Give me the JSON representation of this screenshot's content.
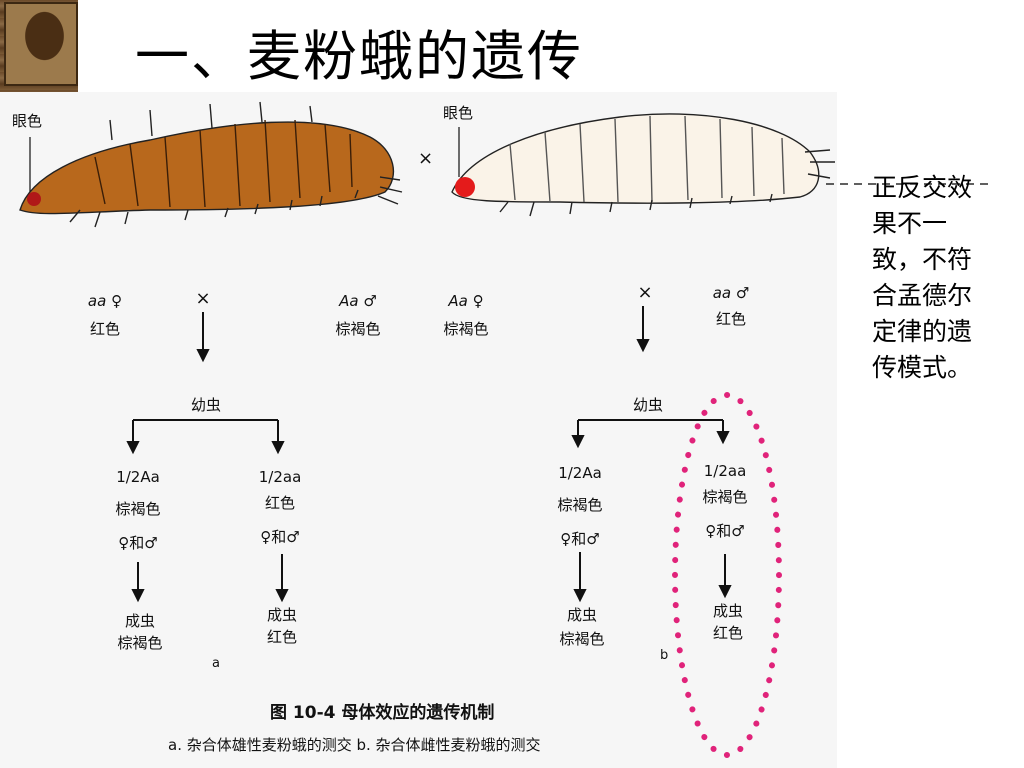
{
  "slide": {
    "title": "一、麦粉蛾的遗传",
    "side_note": "正反交效果不一致，不符合孟德尔定律的遗传模式。"
  },
  "figure": {
    "left_larva_label": "眼色",
    "right_larva_label": "眼色",
    "cross_symbol": "×",
    "cross_a": {
      "female_genotype": "aa ♀",
      "female_phenotype": "红色",
      "male_genotype": "Aa ♂",
      "male_phenotype": "棕褐色",
      "cross_symbol": "×",
      "offspring_label": "幼虫",
      "left_branch": {
        "ratio": "1/2Aa",
        "phenotype": "棕褐色",
        "sex": "♀和♂",
        "adult": "成虫",
        "adult_phenotype": "棕褐色"
      },
      "right_branch": {
        "ratio": "1/2aa",
        "phenotype": "红色",
        "sex": "♀和♂",
        "adult": "成虫",
        "adult_phenotype": "红色"
      },
      "panel_label": "a"
    },
    "cross_b": {
      "female_genotype": "Aa ♀",
      "female_phenotype": "棕褐色",
      "male_genotype": "aa ♂",
      "male_phenotype": "红色",
      "cross_symbol": "×",
      "offspring_label": "幼虫",
      "left_branch": {
        "ratio": "1/2Aa",
        "phenotype": "棕褐色",
        "sex": "♀和♂",
        "adult": "成虫",
        "adult_phenotype": "棕褐色"
      },
      "right_branch": {
        "ratio": "1/2aa",
        "phenotype": "棕褐色",
        "sex": "♀和♂",
        "adult": "成虫",
        "adult_phenotype": "红色"
      },
      "panel_label": "b"
    },
    "caption_title": "图 10-4    母体效应的遗传机制",
    "caption_sub": "a. 杂合体雄性麦粉蛾的测交    b. 杂合体雌性麦粉蛾的测交"
  },
  "colors": {
    "brown_larva": "#b8681c",
    "pale_larva": "#faf3e8",
    "red_eye": "#e41b1b",
    "dark_eye": "#b01818",
    "highlight_dots": "#e0237a"
  }
}
